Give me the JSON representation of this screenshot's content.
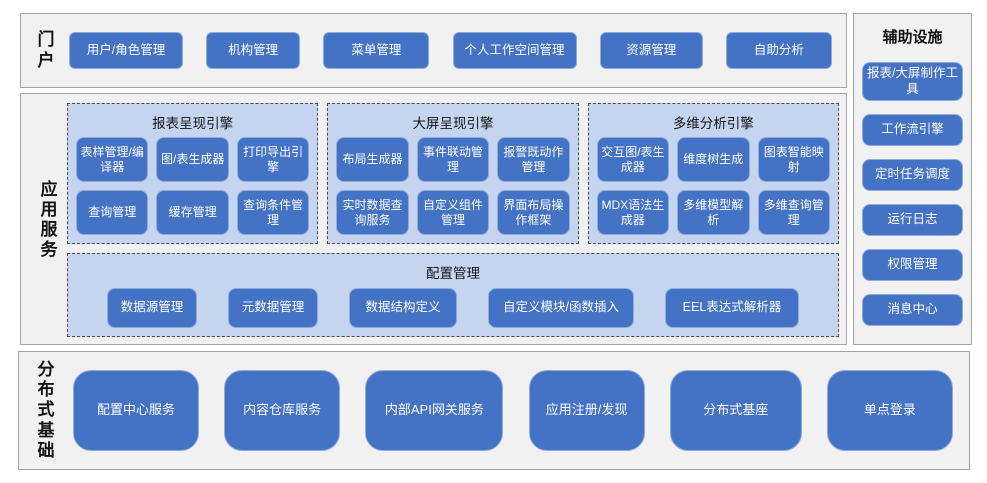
{
  "portal": {
    "label": "门户",
    "items": [
      "用户/角色管理",
      "机构管理",
      "菜单管理",
      "个人工作空间管理",
      "资源管理",
      "自助分析"
    ]
  },
  "app_services": {
    "label": "应用服务",
    "engines": [
      {
        "title": "报表呈现引擎",
        "items": [
          "表样管理/编译器",
          "图/表生成器",
          "打印导出引擎",
          "查询管理",
          "缓存管理",
          "查询条件管理"
        ]
      },
      {
        "title": "大屏呈现引擎",
        "items": [
          "布局生成器",
          "事件联动管理",
          "报警既动作管理",
          "实时数据查询服务",
          "自定义组件管理",
          "界面布局操作框架"
        ]
      },
      {
        "title": "多维分析引擎",
        "items": [
          "交互图/表生成器",
          "维度树生成",
          "图表智能映射",
          "MDX语法生成器",
          "多维模型解析",
          "多维查询管理"
        ]
      }
    ],
    "config": {
      "title": "配置管理",
      "items": [
        "数据源管理",
        "元数据管理",
        "数据结构定义",
        "自定义模块/函数插入",
        "EEL表达式解析器"
      ]
    }
  },
  "auxiliary": {
    "title": "辅助设施",
    "items": [
      "报表/大屏制作工具",
      "工作流引擎",
      "定时任务调度",
      "运行日志",
      "权限管理",
      "消息中心"
    ]
  },
  "foundation": {
    "label": "分布式基础",
    "items": [
      "配置中心服务",
      "内容仓库服务",
      "内部API网关服务",
      "应用注册/发现",
      "分布式基座",
      "单点登录"
    ]
  },
  "colors": {
    "button_fill": "#4472C4",
    "button_border": "#8FAADC",
    "panel_fill": "#C5D5F0",
    "panel_border_dashed": "#4D4D4D",
    "section_fill": "#F1F1F1",
    "section_border": "#A3A3A3",
    "label_text": "#141414",
    "button_text": "#FFFFFF"
  }
}
